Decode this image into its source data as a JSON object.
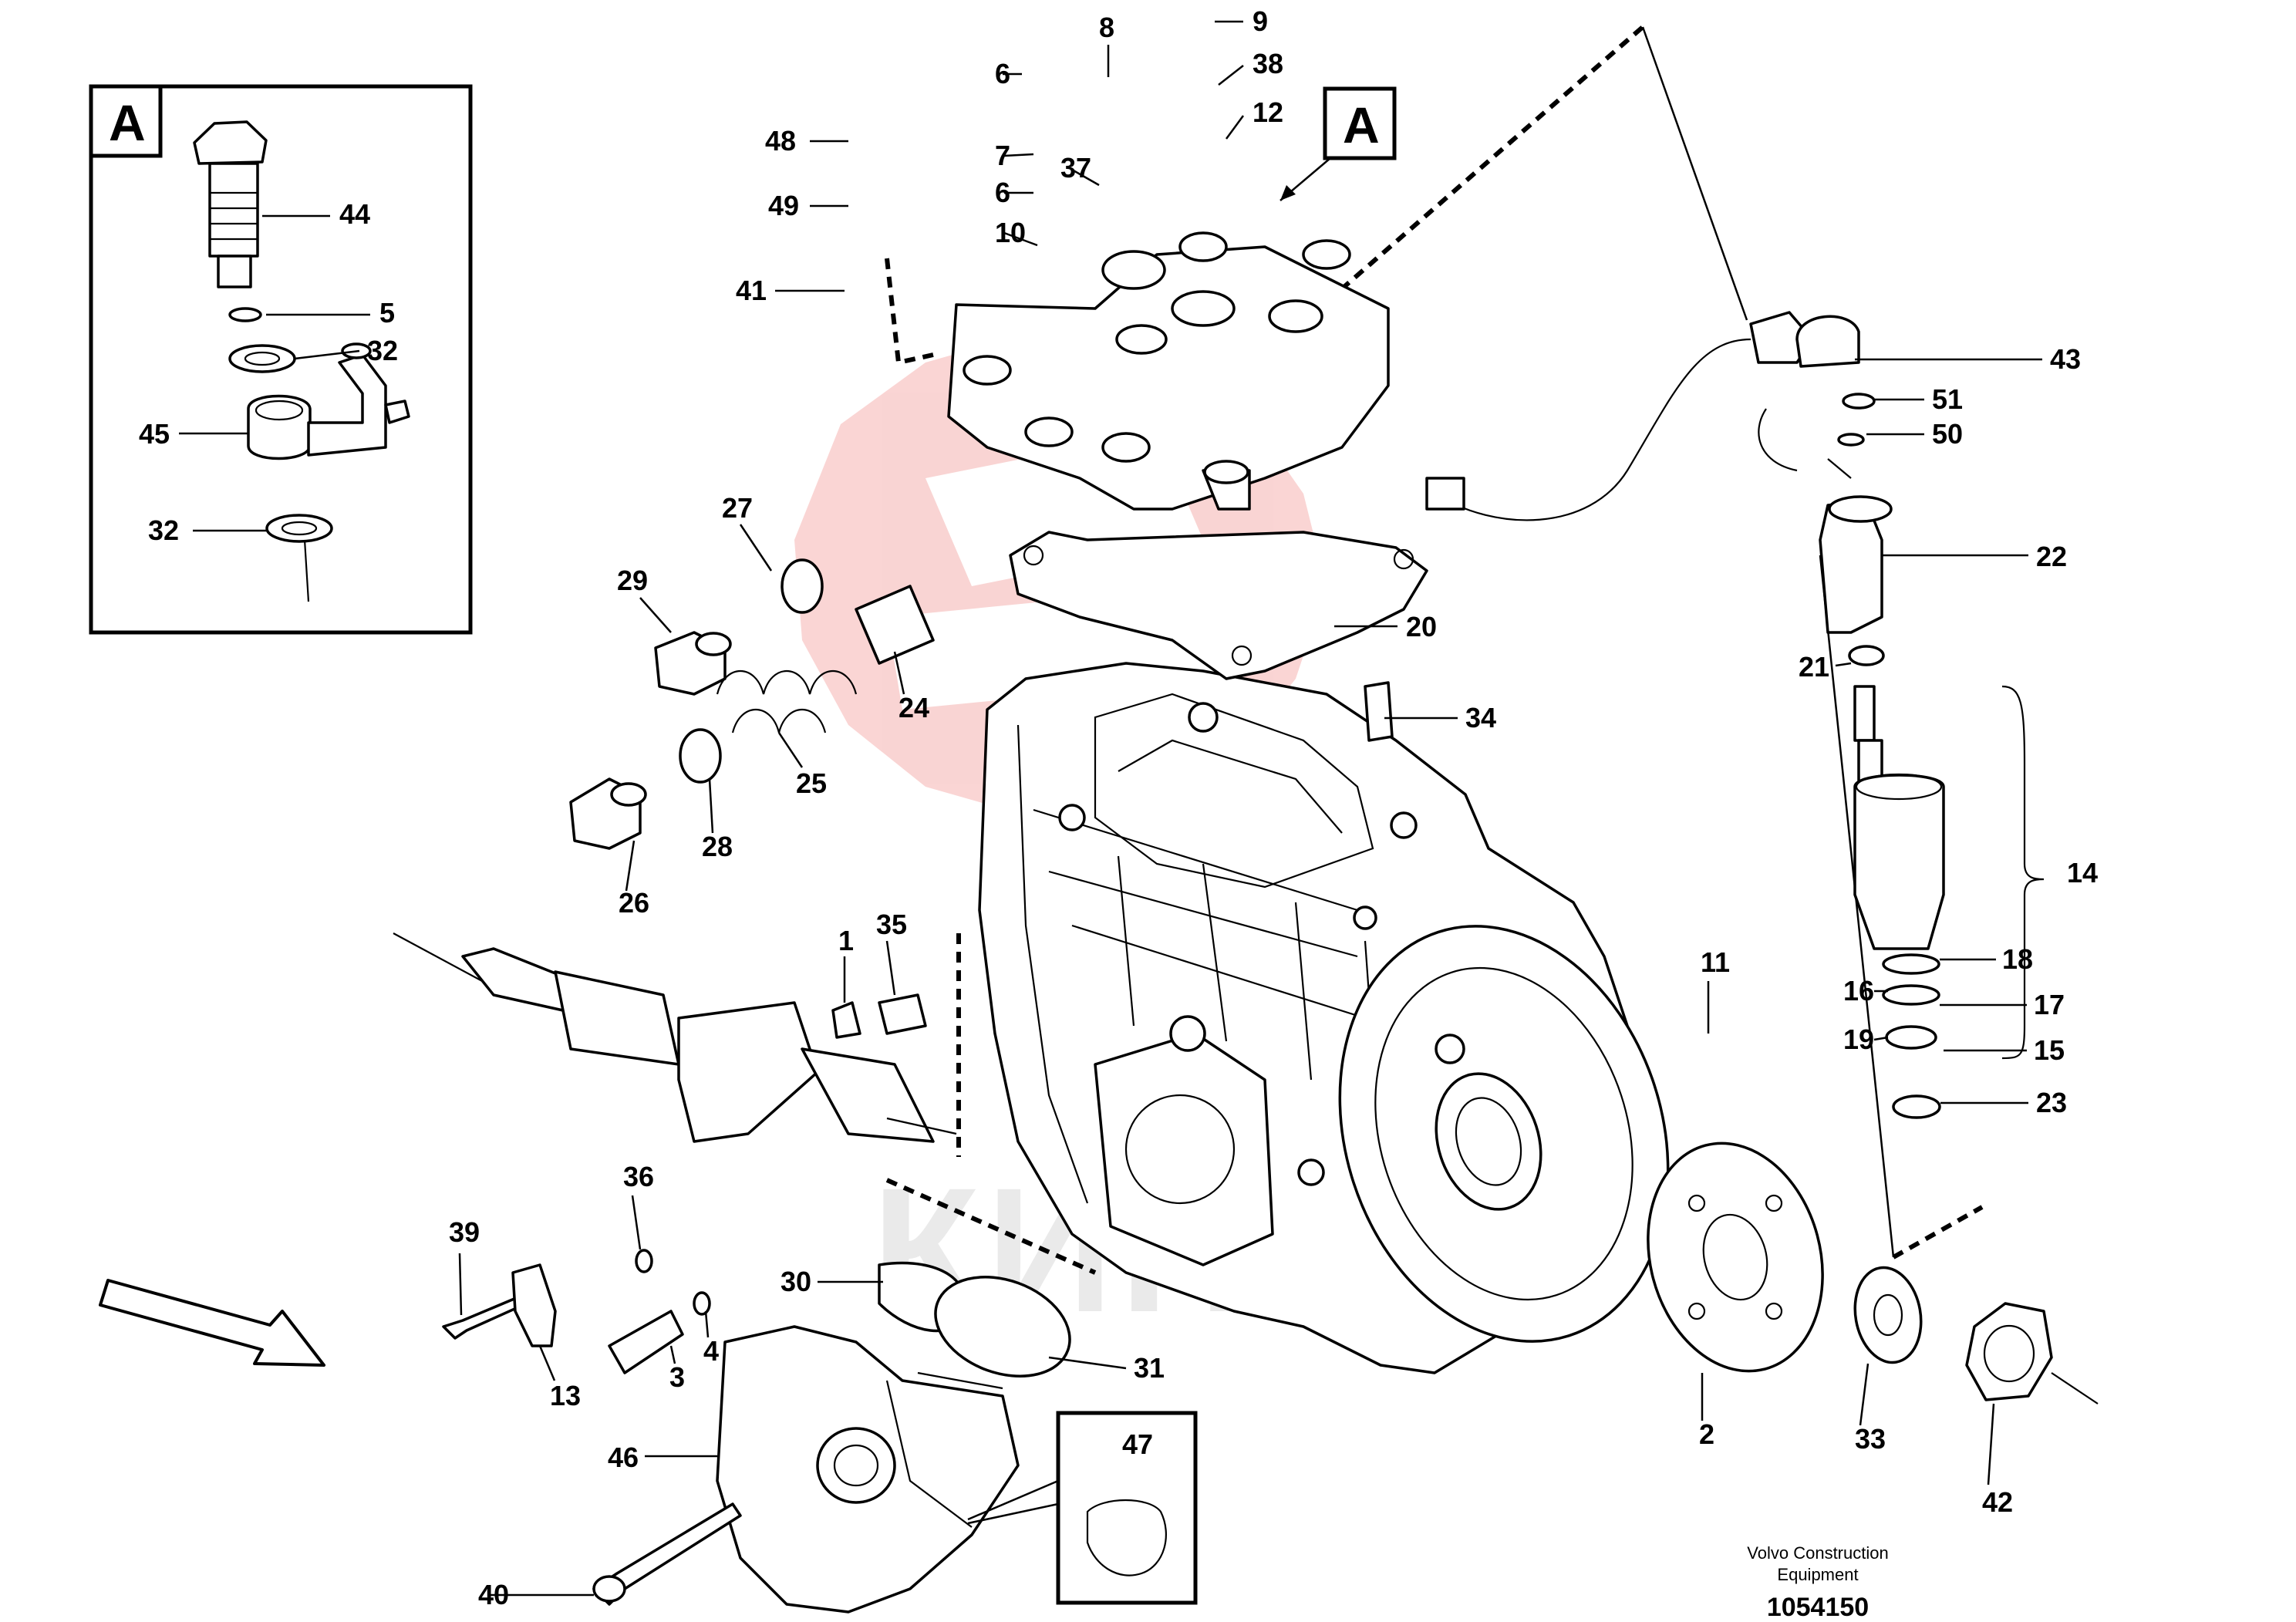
{
  "detail_a": {
    "letter": "A"
  },
  "callouts": [
    {
      "text": "1"
    },
    {
      "text": "2"
    },
    {
      "text": "3"
    },
    {
      "text": "4"
    },
    {
      "text": "5"
    },
    {
      "text": "6"
    },
    {
      "text": "6"
    },
    {
      "text": "7"
    },
    {
      "text": "8"
    },
    {
      "text": "9"
    },
    {
      "text": "10"
    },
    {
      "text": "11"
    },
    {
      "text": "12"
    },
    {
      "text": "13"
    },
    {
      "text": "14"
    },
    {
      "text": "15"
    },
    {
      "text": "16"
    },
    {
      "text": "17"
    },
    {
      "text": "18"
    },
    {
      "text": "19"
    },
    {
      "text": "20"
    },
    {
      "text": "21"
    },
    {
      "text": "22"
    },
    {
      "text": "23"
    },
    {
      "text": "24"
    },
    {
      "text": "25"
    },
    {
      "text": "26"
    },
    {
      "text": "27"
    },
    {
      "text": "28"
    },
    {
      "text": "29"
    },
    {
      "text": "30"
    },
    {
      "text": "31"
    },
    {
      "text": "32"
    },
    {
      "text": "32"
    },
    {
      "text": "33"
    },
    {
      "text": "34"
    },
    {
      "text": "35"
    },
    {
      "text": "36"
    },
    {
      "text": "37"
    },
    {
      "text": "38"
    },
    {
      "text": "39"
    },
    {
      "text": "40"
    },
    {
      "text": "41"
    },
    {
      "text": "42"
    },
    {
      "text": "43"
    },
    {
      "text": "44"
    },
    {
      "text": "45"
    },
    {
      "text": "46"
    },
    {
      "text": "47"
    },
    {
      "text": "48"
    },
    {
      "text": "49"
    },
    {
      "text": "50"
    },
    {
      "text": "51"
    }
  ],
  "footer": {
    "line1": "Volvo Construction",
    "line2": "Equipment",
    "drawing_number": "1054150"
  },
  "watermark": {
    "text": "КИНТЕХ",
    "color": "#e8423a"
  }
}
